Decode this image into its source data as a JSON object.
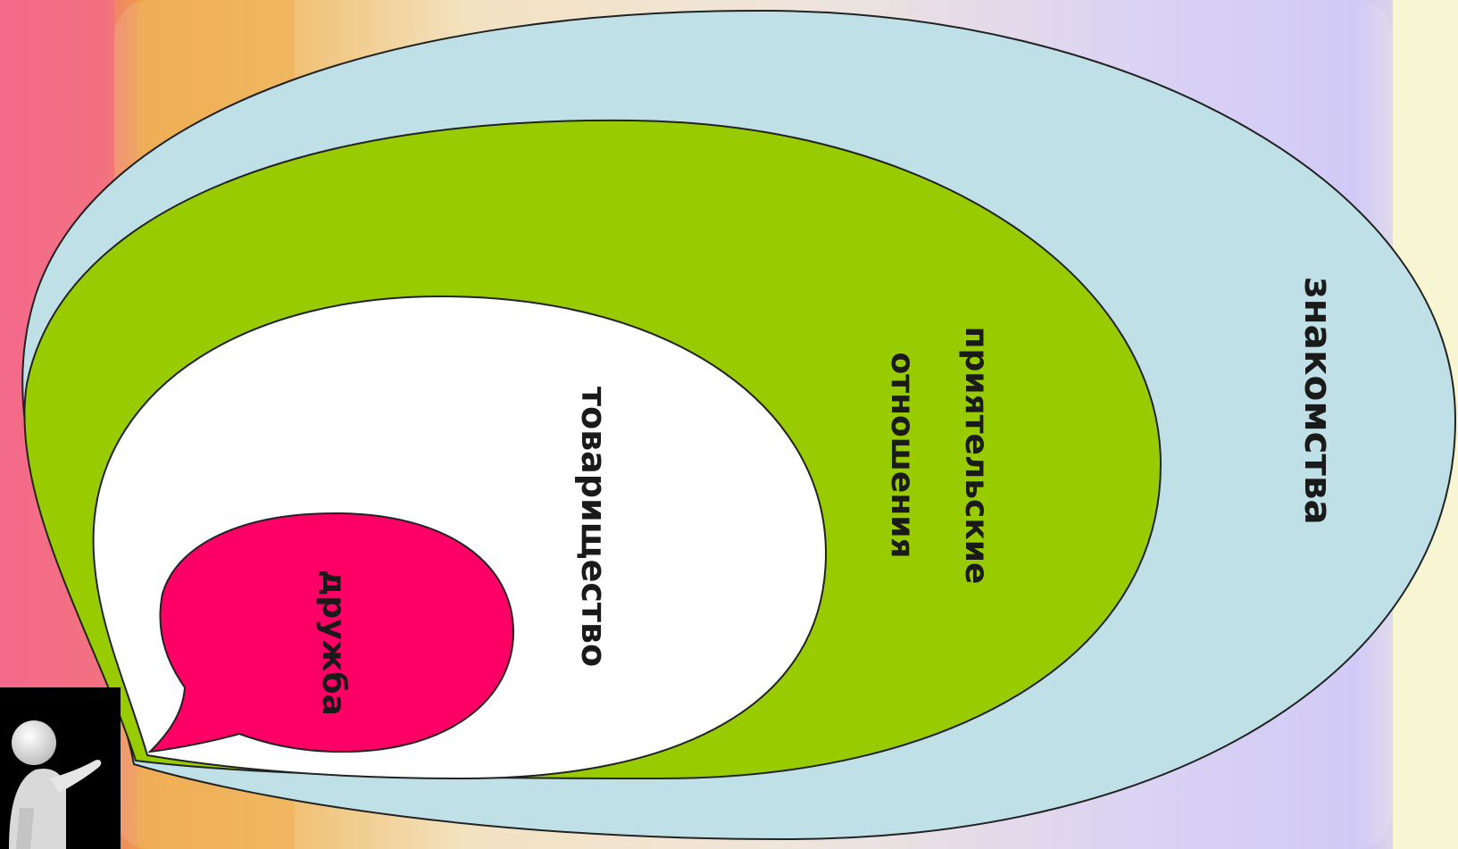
{
  "diagram": {
    "type": "nested-speech-bubbles",
    "levels": [
      {
        "key": "acquaintance",
        "label": "знакомства",
        "fill": "#bfe0e6"
      },
      {
        "key": "friendly",
        "label_lines": [
          "приятельские",
          "отношения"
        ],
        "fill": "#99cc00"
      },
      {
        "key": "comradeship",
        "label": "товарищество",
        "fill": "#ffffff"
      },
      {
        "key": "friendship",
        "label": "дружба",
        "fill": "#ff0066"
      }
    ]
  },
  "background": {
    "colors": [
      "#f46a8c",
      "#f0a640",
      "#efd7a8",
      "#f3eccc",
      "#d8ccf2",
      "#c9c1f6",
      "#f7f5d2"
    ]
  },
  "decor": {
    "figure_icon": "pointing-figure-icon"
  }
}
